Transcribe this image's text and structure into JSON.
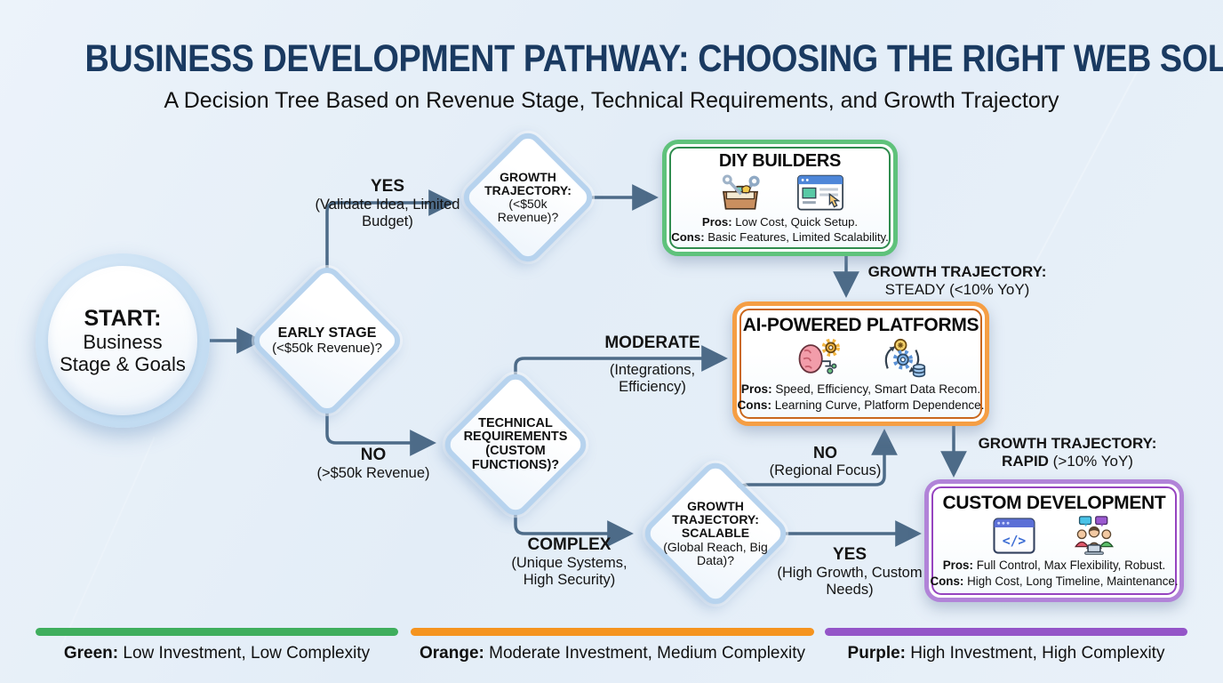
{
  "header": {
    "title": "BUSINESS DEVELOPMENT PATHWAY: CHOOSING THE RIGHT WEB SOLUTION",
    "subtitle": "A Decision Tree Based on Revenue Stage, Technical Requirements, and Growth Trajectory"
  },
  "palette": {
    "title": "#1a3a61",
    "connector": "#4d6b88",
    "node_border": "#b7d3ee"
  },
  "start": {
    "title": "START:",
    "subtitle": "Business Stage & Goals"
  },
  "decisions": {
    "early_stage": {
      "question": "EARLY STAGE",
      "detail": "(<$50k Revenue)?"
    },
    "growth_small": {
      "question": "GROWTH TRAJECTORY:",
      "detail": "(<$50k Revenue)?"
    },
    "tech_req": {
      "question": "TECHNICAL REQUIREMENTS (CUSTOM FUNCTIONS)?",
      "detail": ""
    },
    "growth_scalable": {
      "question": "GROWTH TRAJECTORY: SCALABLE",
      "detail": "(Global Reach, Big Data)?"
    }
  },
  "solutions": {
    "diy": {
      "title": "DIY BUILDERS",
      "pros_label": "Pros:",
      "pros": " Low Cost, Quick Setup.",
      "cons_label": "Cons:",
      "cons": " Basic Features, Limited Scalability.",
      "icons": [
        "toolbox-icon",
        "website-builder-icon"
      ],
      "accent": "#5fc27b",
      "accent_dark": "#2f8c4e"
    },
    "ai": {
      "title": "AI-POWERED PLATFORMS",
      "pros_label": "Pros:",
      "pros": " Speed, Efficiency, Smart Data Recom.",
      "cons_label": "Cons:",
      "cons": " Learning Curve, Platform Dependence.",
      "icons": [
        "brain-ai-icon",
        "automation-cycle-icon"
      ],
      "accent": "#f59e44",
      "accent_dark": "#c9671d"
    },
    "custom": {
      "title": "CUSTOM DEVELOPMENT",
      "pros_label": "Pros:",
      "pros": " Full Control, Max Flexibility, Robust.",
      "cons_label": "Cons:",
      "cons": " High Cost, Long Timeline, Maintenance.",
      "icons": [
        "code-window-icon",
        "dev-team-icon"
      ],
      "accent": "#b183d8",
      "accent_dark": "#9644c0"
    }
  },
  "edges": {
    "yes_early": {
      "label": "YES",
      "detail": "(Validate Idea, Limited Budget)"
    },
    "no_early": {
      "label": "NO",
      "detail": "(>$50k Revenue)"
    },
    "moderate": {
      "label": "MODERATE",
      "detail": "(Integrations, Efficiency)"
    },
    "complex": {
      "label": "COMPLEX",
      "detail": "(Unique Systems, High Security)"
    },
    "no_regional": {
      "label": "NO",
      "detail": "(Regional Focus)"
    },
    "yes_growth": {
      "label": "YES",
      "detail": "(High Growth, Custom Needs)"
    },
    "steady": {
      "label": "GROWTH TRAJECTORY:",
      "detail": "STEADY (<10% YoY)"
    },
    "rapid": {
      "label": "GROWTH TRAJECTORY:",
      "detail_bold": "RAPID",
      "detail_rest": " (>10% YoY)"
    }
  },
  "legend": {
    "green": {
      "name": "Green:",
      "desc": " Low Investment, Low Complexity",
      "color": "#3fae5d"
    },
    "orange": {
      "name": "Orange:",
      "desc": " Moderate Investment, Medium Complexity",
      "color": "#f5941f"
    },
    "purple": {
      "name": "Purple:",
      "desc": " High Investment, High Complexity",
      "color": "#9455c8"
    }
  }
}
